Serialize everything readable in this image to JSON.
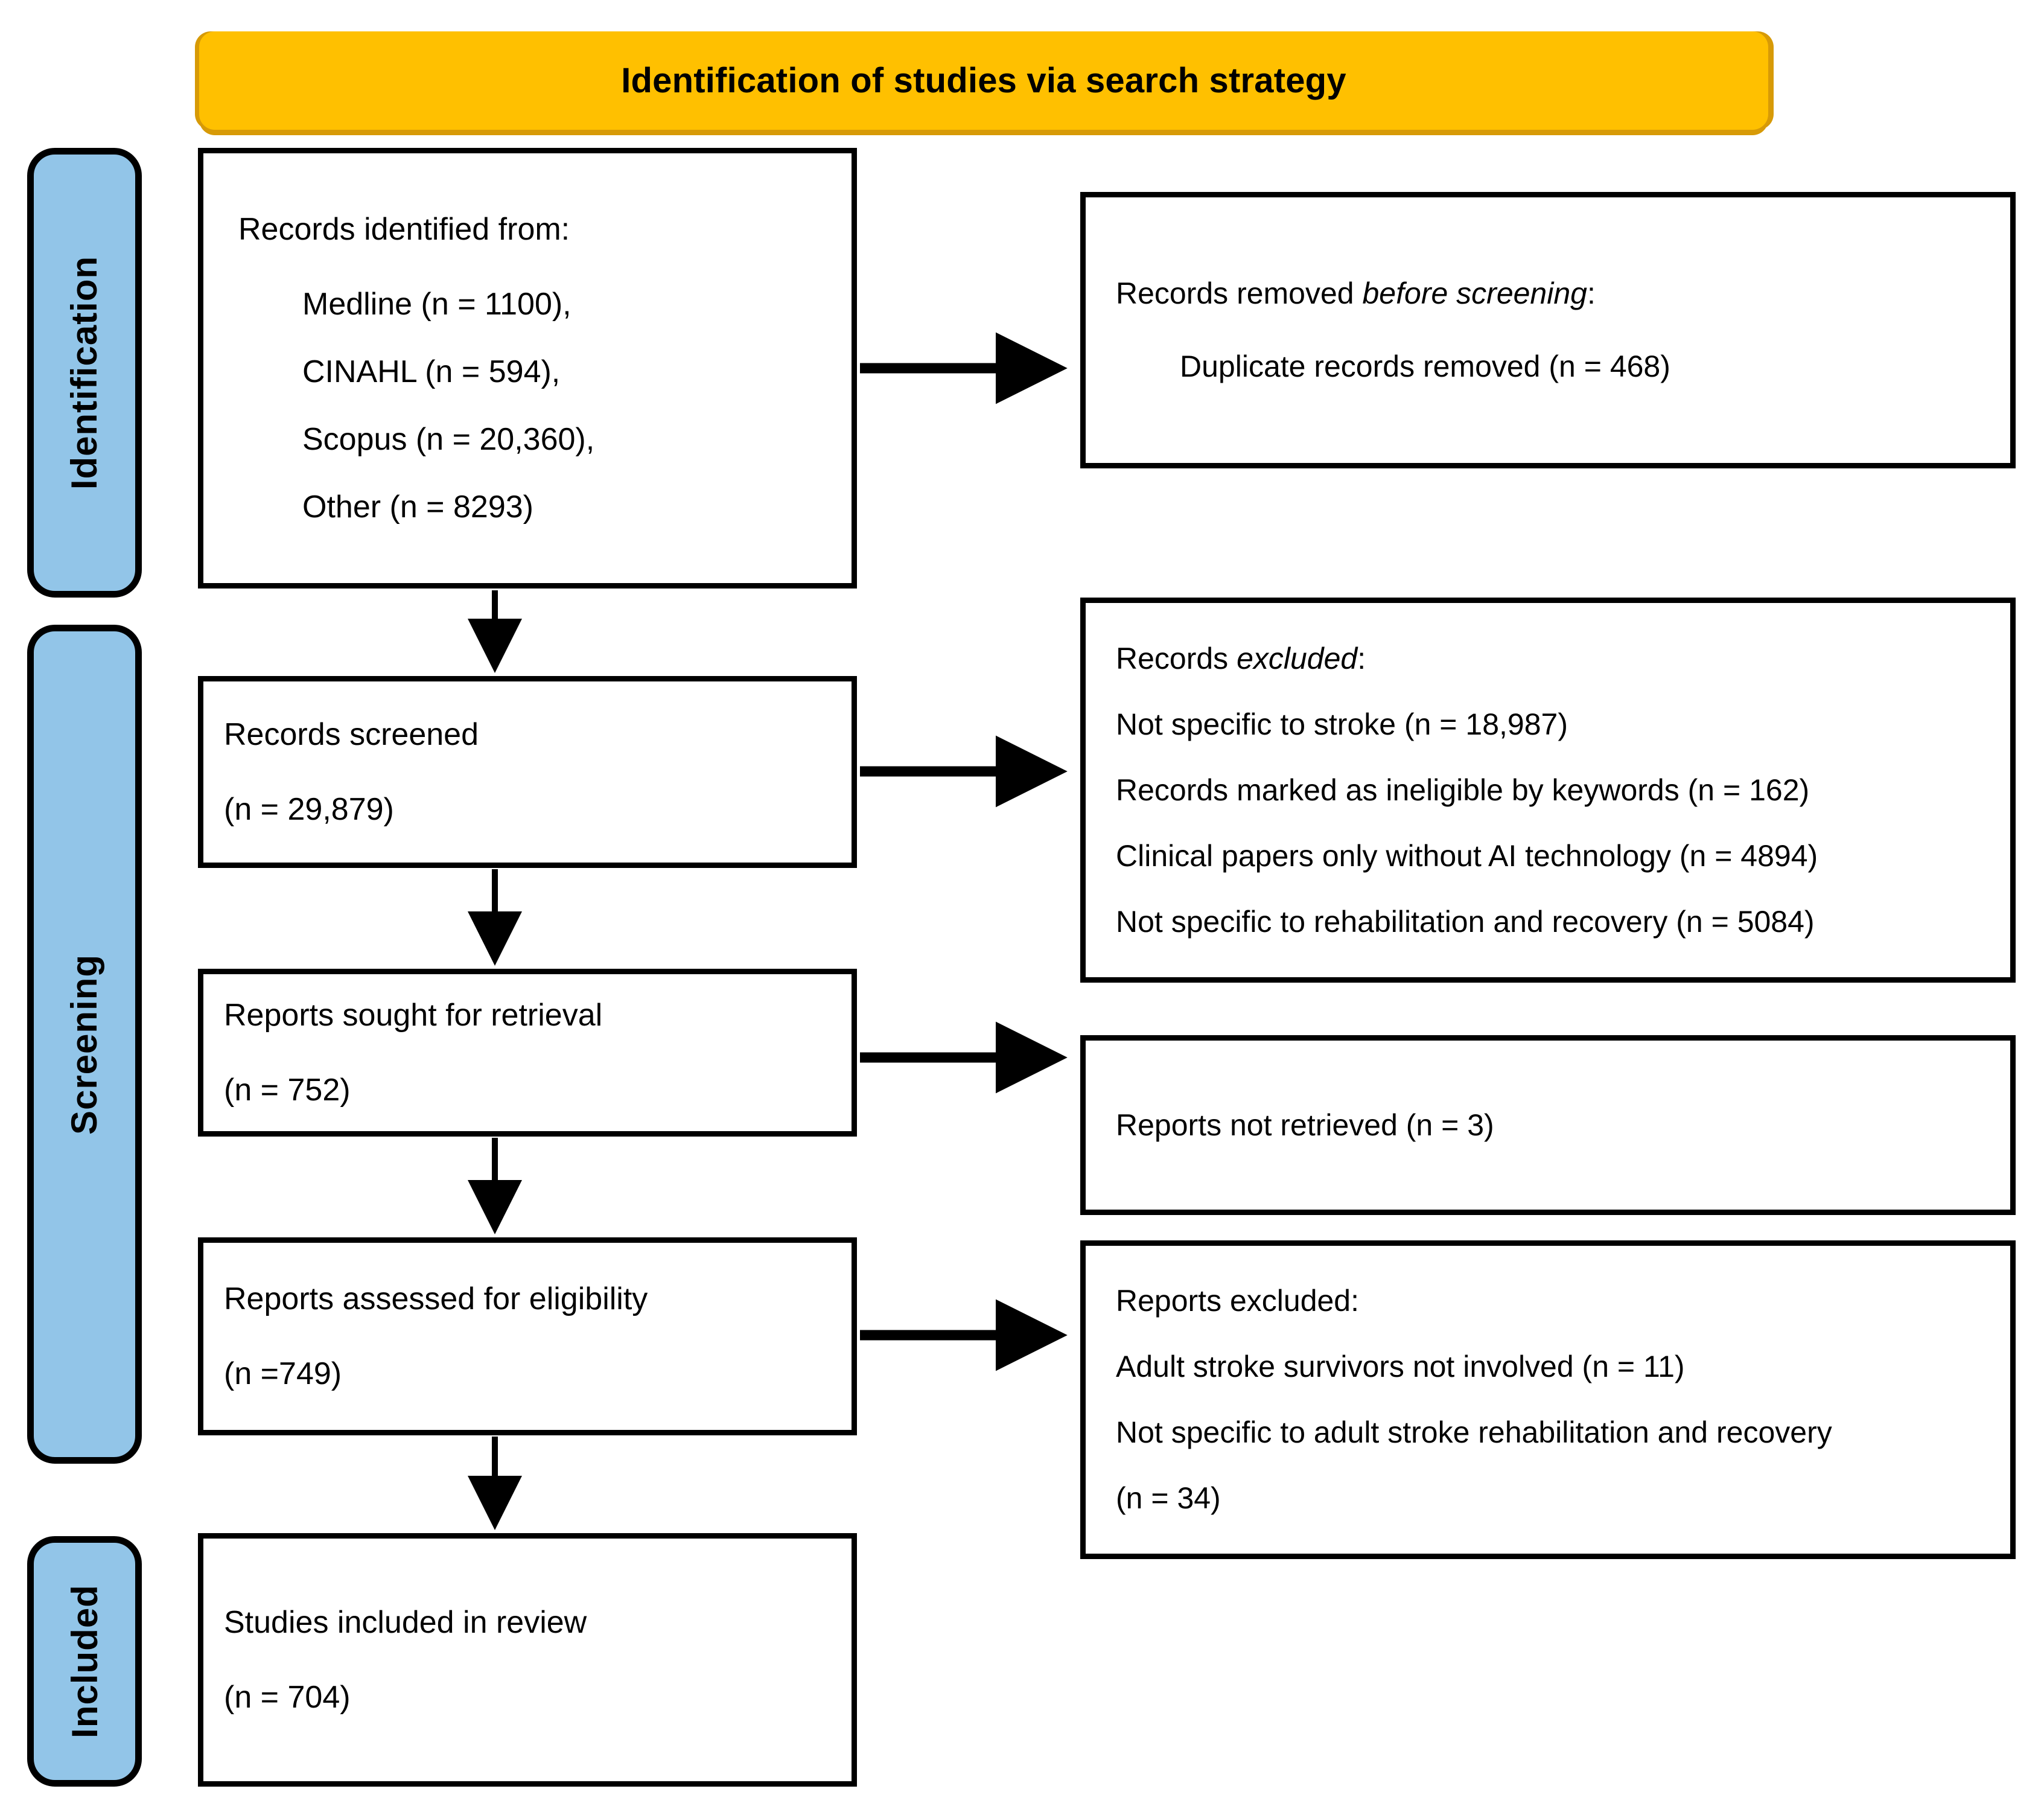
{
  "banner": {
    "title": "Identification of studies via search strategy",
    "color": "#FFC000"
  },
  "stages": [
    {
      "id": "identification",
      "label": "Identification",
      "color": "#92C5E8"
    },
    {
      "id": "screening",
      "label": "Screening",
      "color": "#92C5E8"
    },
    {
      "id": "included",
      "label": "Included",
      "color": "#92C5E8"
    }
  ],
  "boxes": {
    "identified": {
      "heading": "Records identified from:",
      "sources": [
        "Medline (n = 1100),",
        "CINAHL (n = 594),",
        "Scopus (n = 20,360),",
        "Other (n = 8293)"
      ]
    },
    "removed": {
      "heading_plain": "Records removed ",
      "heading_italic": "before screening",
      "heading_tail": ":",
      "items": [
        "Duplicate records removed (n = 468)"
      ]
    },
    "screened": {
      "label": "Records screened",
      "count": "(n = 29,879)"
    },
    "excluded": {
      "heading_plain": "Records ",
      "heading_italic": "excluded",
      "heading_tail": ":",
      "items": [
        "Not specific to stroke (n = 18,987)",
        "Records marked as ineligible by keywords (n = 162)",
        "Clinical papers only without AI technology (n = 4894)",
        "Not specific to rehabilitation and recovery (n = 5084)"
      ]
    },
    "sought": {
      "label": "Reports sought for retrieval",
      "count": "(n = 752)"
    },
    "not_retrieved": {
      "items": [
        "Reports not retrieved (n = 3)"
      ]
    },
    "assessed": {
      "label": "Reports assessed for eligibility",
      "count": "(n =749)"
    },
    "reports_excluded": {
      "heading": "Reports excluded:",
      "items": [
        "Adult stroke survivors not involved (n = 11)",
        "Not specific to adult stroke rehabilitation and recovery",
        "(n = 34)"
      ]
    },
    "included": {
      "label": "Studies included in review",
      "count": "(n = 704)"
    }
  }
}
